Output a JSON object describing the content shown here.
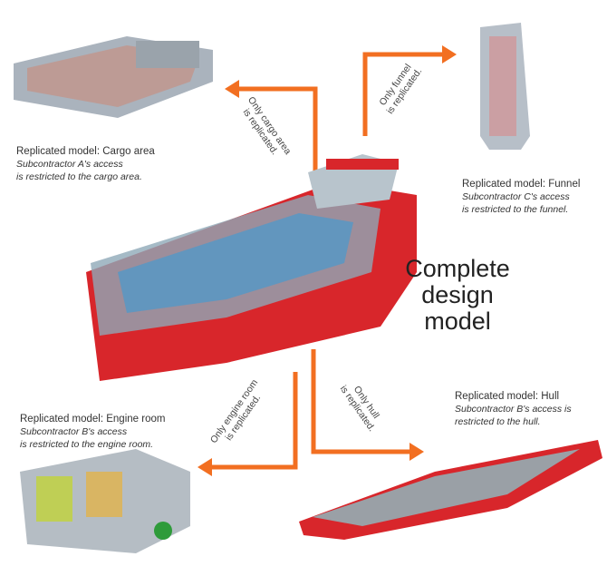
{
  "center_label": [
    "Complete",
    "design",
    "model"
  ],
  "models": {
    "cargo": {
      "title": "Replicated model: Cargo area",
      "sub1": "Subcontractor A's access",
      "sub2": "is restricted to the cargo area.",
      "arrow": [
        "Only cargo area",
        "is replicated."
      ]
    },
    "funnel": {
      "title": "Replicated model: Funnel",
      "sub1": "Subcontractor C's access",
      "sub2": "is restricted to the funnel.",
      "arrow": [
        "Only funnel",
        "is replicated."
      ]
    },
    "engine": {
      "title": "Replicated model: Engine room",
      "sub1": "Subcontractor B's access",
      "sub2": "is restricted to the engine room.",
      "arrow": [
        "Only engine room",
        "is replicated."
      ]
    },
    "hull": {
      "title": "Replicated model: Hull",
      "sub1": "Subcontractor B's access is",
      "sub2": "restricted to the hull.",
      "arrow": [
        "Only hull",
        "is replicated."
      ]
    }
  },
  "colors": {
    "arrow": "#f26f21",
    "hull": "#d8262b"
  }
}
